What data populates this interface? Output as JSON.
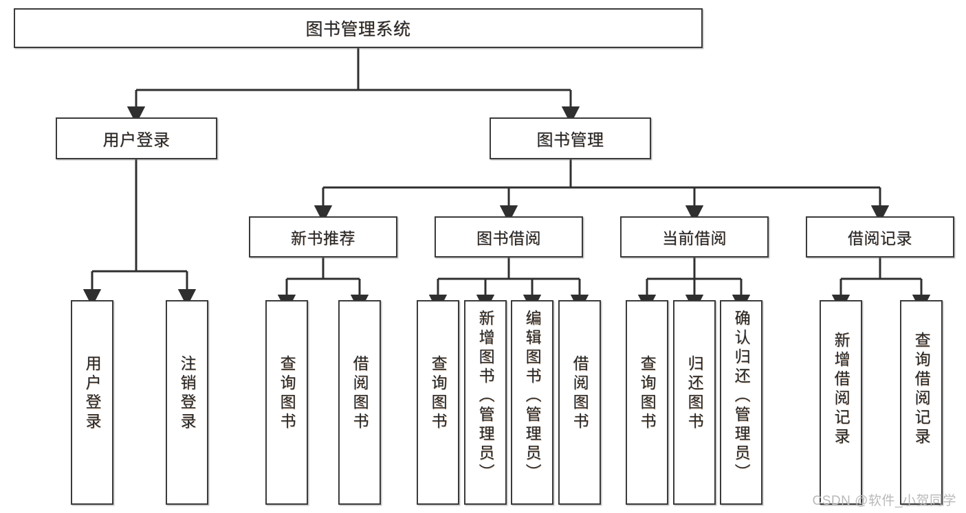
{
  "diagram": {
    "title": "图书管理系统",
    "watermark": "CSDN @软件_小贺同学",
    "colors": {
      "box_border": "#3a3a3a",
      "box_fill": "#ffffff",
      "connector": "#2f2f2f",
      "text": "#262626",
      "watermark": "#b9b9b9"
    },
    "root": {
      "label": "图书管理系统"
    },
    "level2": [
      {
        "label": "用户登录"
      },
      {
        "label": "图书管理"
      }
    ],
    "level3": [
      {
        "label": "新书推荐"
      },
      {
        "label": "图书借阅"
      },
      {
        "label": "当前借阅"
      },
      {
        "label": "借阅记录"
      }
    ],
    "leaves": {
      "user_login": [
        {
          "label": "用户登录"
        },
        {
          "label": "注销登录"
        }
      ],
      "new_book_recommend": [
        {
          "label": "查询图书"
        },
        {
          "label": "借阅图书"
        }
      ],
      "book_borrow": [
        {
          "label": "查询图书"
        },
        {
          "label": "新增图书（管理员）"
        },
        {
          "label": "编辑图书（管理员）"
        },
        {
          "label": "借阅图书"
        }
      ],
      "current_borrow": [
        {
          "label": "查询图书"
        },
        {
          "label": "归还图书"
        },
        {
          "label": "确认归还（管理员）"
        }
      ],
      "borrow_record": [
        {
          "label": "新增借阅记录"
        },
        {
          "label": "查询借阅记录"
        }
      ]
    }
  }
}
